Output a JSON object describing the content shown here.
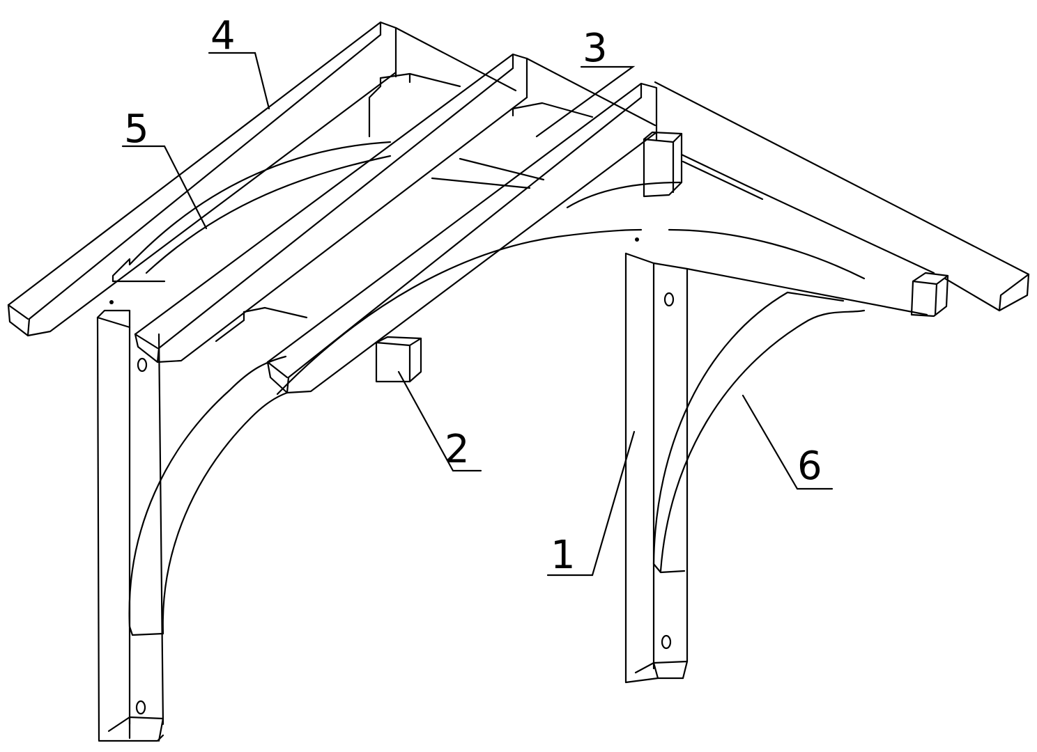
{
  "callouts": [
    {
      "id": "4",
      "label": "4"
    },
    {
      "id": "3",
      "label": "3"
    },
    {
      "id": "5",
      "label": "5"
    },
    {
      "id": "2",
      "label": "2"
    },
    {
      "id": "6",
      "label": "6"
    },
    {
      "id": "1",
      "label": "1"
    }
  ],
  "colors": {
    "line": "#000000",
    "background": "#ffffff"
  }
}
